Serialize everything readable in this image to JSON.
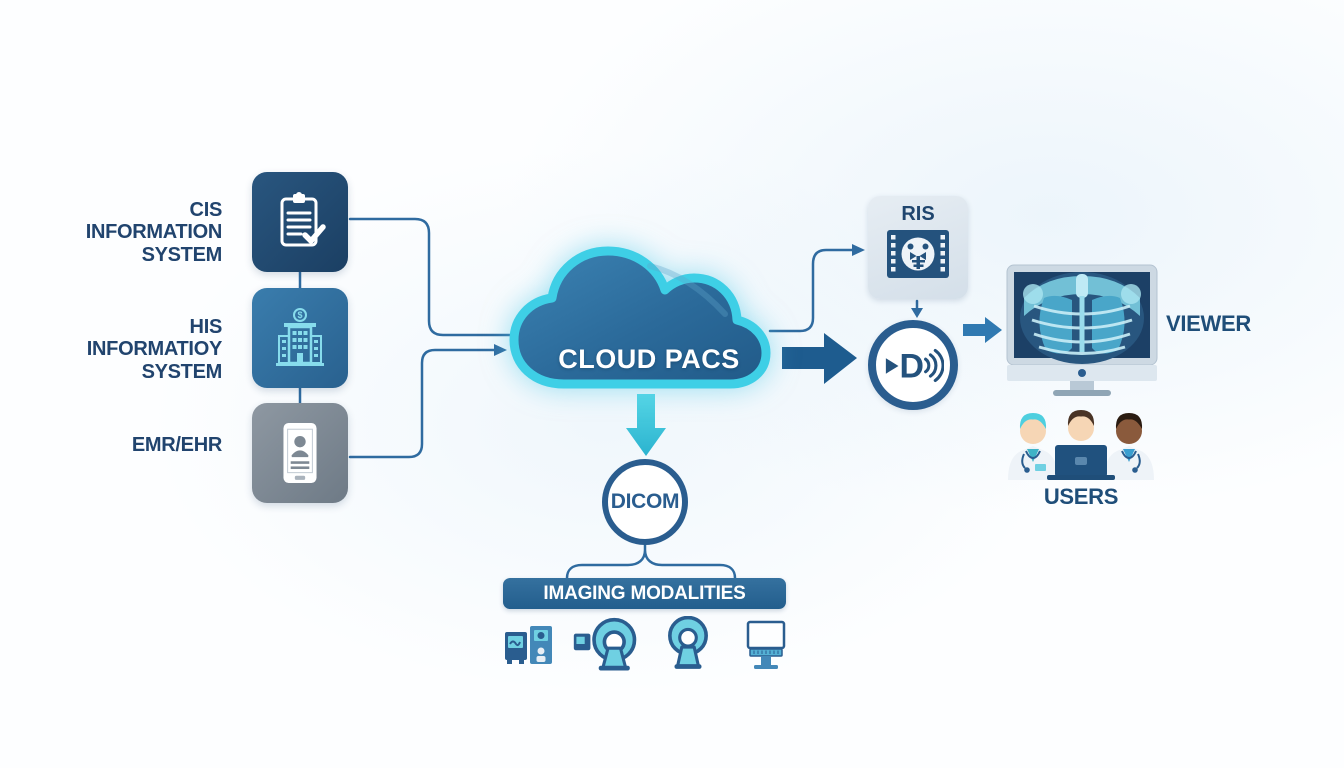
{
  "left_systems": [
    {
      "label": "CIS\nINFORMATION\nSYSTEM",
      "icon": "clipboard-check-icon"
    },
    {
      "label": "HIS\nINFORMATIOY\nSYSTEM",
      "icon": "hospital-building-icon",
      "dollar_glyph": "$"
    },
    {
      "label": "EMR/EHR",
      "icon": "tablet-patient-icon"
    }
  ],
  "cloud": {
    "label": "CLOUD PACS"
  },
  "dicom_node": {
    "label": "DICOM"
  },
  "modalities": {
    "title": "IMAGING MODALITIES",
    "icons": [
      "xray-machine-icon",
      "ct-scanner-icon",
      "mri-scanner-icon",
      "workstation-icon"
    ]
  },
  "ris": {
    "label": "RIS",
    "icon": "xray-film-icon"
  },
  "sender": {
    "letter": "D",
    "icon": "dicom-send-icon"
  },
  "viewer": {
    "label": "VIEWER",
    "icon": "xray-monitor-icon"
  },
  "users": {
    "label": "USERS",
    "icon": "medical-team-icon"
  },
  "colors": {
    "accent_cyan": "#3ecfe6",
    "cloud_blue": "#2a6a99",
    "navy": "#1f4e79",
    "line_blue": "#2f6ba0",
    "box_gray": "#7d8893",
    "icon_cyan": "#6fd0e2"
  }
}
